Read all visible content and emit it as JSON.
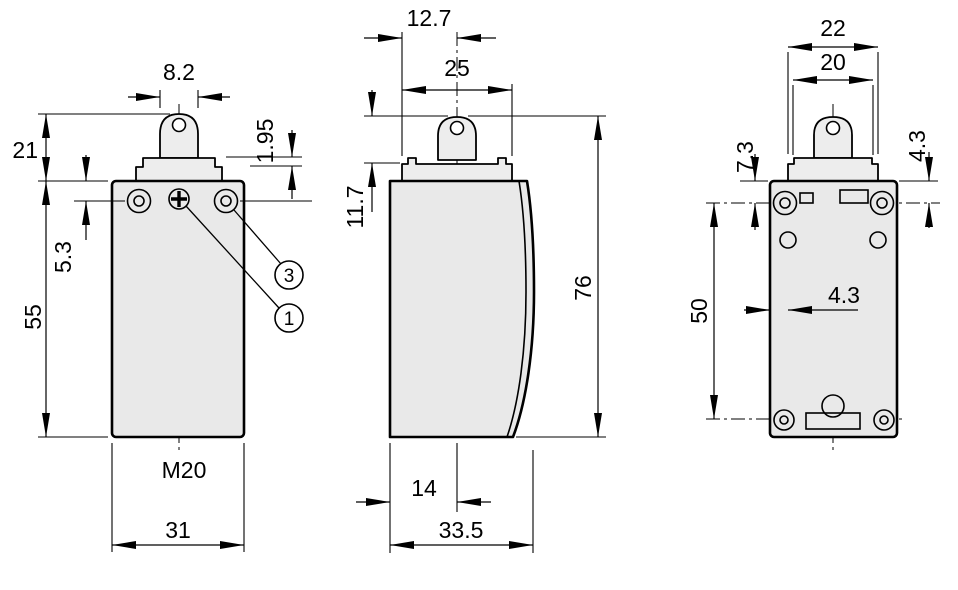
{
  "style": {
    "background": "#ffffff",
    "body_fill": "#e9e9e9",
    "line_color": "#000000"
  },
  "front_view": {
    "dims": {
      "plunger_width": "8.2",
      "head_height": "21",
      "pretravel": "1.95",
      "hole_offset": "5.3",
      "body_height": "55",
      "body_width": "31"
    },
    "thread_label": "M20",
    "callouts": {
      "plunger": "1",
      "head": "3"
    }
  },
  "side_view": {
    "dims": {
      "plunger_offset": "12.7",
      "head_width": "25",
      "plunger_height": "11.7",
      "total_height": "76",
      "axis_offset": "14",
      "body_depth": "33.5"
    }
  },
  "rear_view": {
    "dims": {
      "head_outer_width": "22",
      "head_inner_width": "20",
      "top_hole_offset": "7.3",
      "side_hole_offset": "4.3",
      "hole_spacing": "50",
      "edge_hole_offset": "4.3"
    }
  }
}
